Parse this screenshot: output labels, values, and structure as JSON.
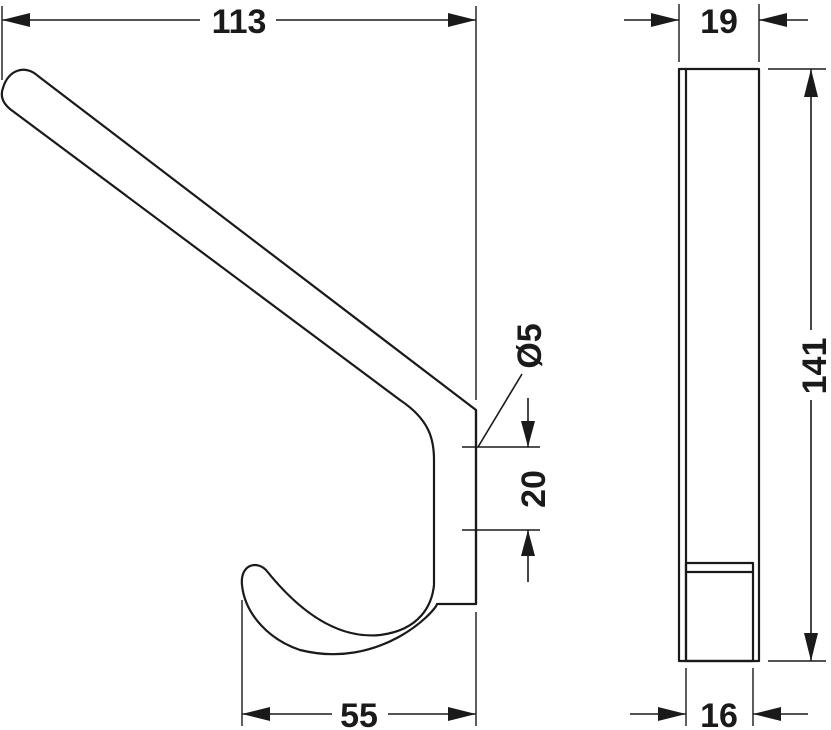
{
  "front_view": {
    "overall_width_label": "113",
    "hook_width_label": "55",
    "hole_diameter_label": "Ø5",
    "hole_spacing_label": "20"
  },
  "side_view": {
    "top_width_label": "19",
    "bottom_width_label": "16",
    "height_label": "141"
  }
}
